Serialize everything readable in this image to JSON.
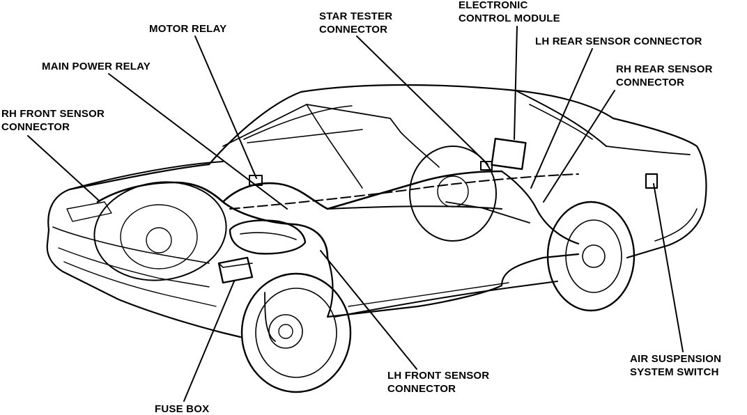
{
  "callouts": {
    "electronic_control_module": [
      "ELECTRONIC",
      "CONTROL MODULE"
    ],
    "star_tester_connector": [
      "STAR TESTER",
      "CONNECTOR"
    ],
    "motor_relay": [
      "MOTOR RELAY"
    ],
    "lh_rear_sensor_connector": [
      "LH REAR SENSOR CONNECTOR"
    ],
    "main_power_relay": [
      "MAIN POWER RELAY"
    ],
    "rh_rear_sensor_connector": [
      "RH REAR SENSOR",
      "CONNECTOR"
    ],
    "rh_front_sensor_connector": [
      "RH FRONT SENSOR",
      "CONNECTOR"
    ],
    "lh_front_sensor_connector": [
      "LH FRONT SENSOR",
      "CONNECTOR"
    ],
    "air_suspension_system_switch": [
      "AIR SUSPENSION",
      "SYSTEM SWITCH"
    ],
    "fuse_box": [
      "FUSE BOX"
    ]
  }
}
